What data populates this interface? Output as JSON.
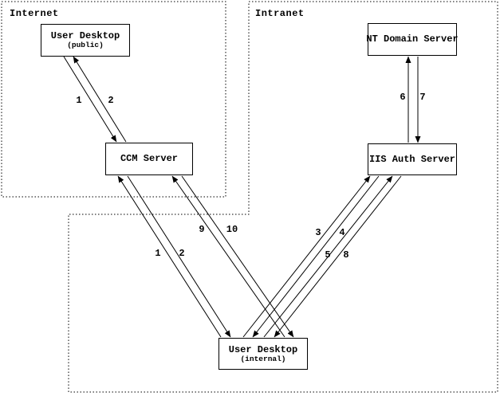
{
  "diagram": {
    "zones": {
      "internet": {
        "label": "Internet"
      },
      "intranet": {
        "label": "Intranet"
      }
    },
    "nodes": {
      "user_desktop_public": {
        "title": "User Desktop",
        "subtitle": "(public)"
      },
      "ccm_server": {
        "title": "CCM Server"
      },
      "nt_domain_server": {
        "title": "NT Domain Server"
      },
      "iis_auth_server": {
        "title": "IIS Auth Server"
      },
      "user_desktop_internal": {
        "title": "User Desktop",
        "subtitle": "(internal)"
      }
    },
    "edge_labels": {
      "public_ccm_request": "1",
      "public_ccm_response": "2",
      "internal_ccm_request": "1",
      "internal_ccm_response": "2",
      "internal_iis_request_a": "3",
      "internal_iis_response_a": "4",
      "internal_iis_request_b": "5",
      "iis_nt_request": "6",
      "nt_iis_response": "7",
      "internal_iis_response_b": "8",
      "internal_ccm_request_b": "9",
      "internal_ccm_response_b": "10"
    },
    "colors": {
      "ink": "#000000",
      "background": "#ffffff"
    }
  }
}
